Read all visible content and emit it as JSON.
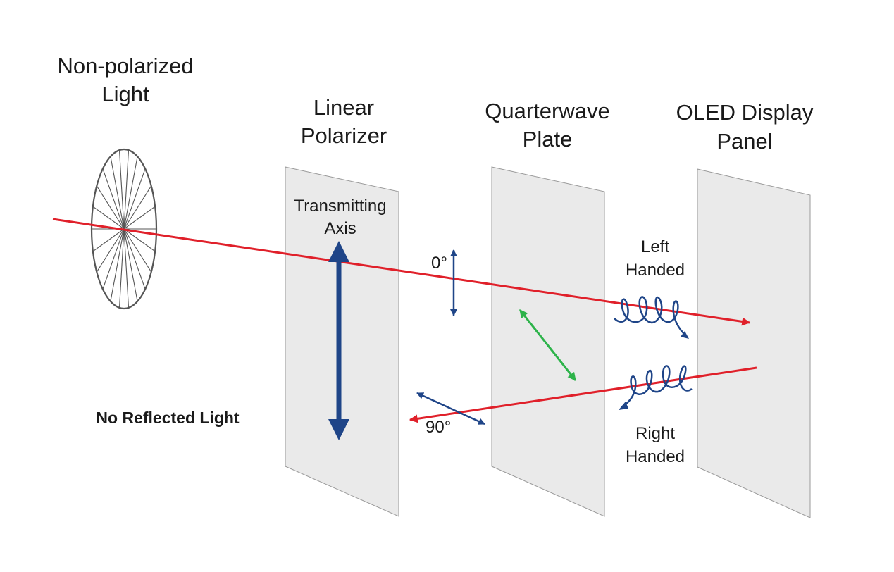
{
  "labels": {
    "source_line1": "Non-polarized",
    "source_line2": "Light",
    "polarizer_line1": "Linear",
    "polarizer_line2": "Polarizer",
    "quarterwave_line1": "Quarterwave",
    "quarterwave_line2": "Plate",
    "oled_line1": "OLED Display",
    "oled_line2": "Panel",
    "axis_line1": "Transmitting",
    "axis_line2": "Axis",
    "angle_0": "0°",
    "angle_90": "90°",
    "left_line1": "Left",
    "left_line2": "Handed",
    "right_line1": "Right",
    "right_line2": "Handed",
    "no_reflected": "No Reflected Light"
  },
  "colors": {
    "beam": "#e0202a",
    "axis_arrow": "#1f4588",
    "quarterwave_axis": "#2db34a",
    "plate_fill": "#eaeaea",
    "source_ellipse": "#555555"
  }
}
